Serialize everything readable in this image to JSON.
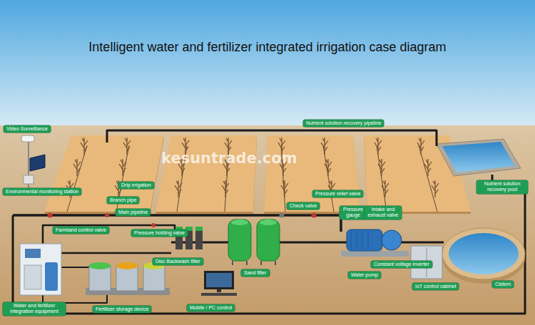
{
  "diagram": {
    "title": "Intelligent water and fertilizer integrated irrigation case diagram",
    "nodes": [
      {
        "text": [
          "Video Surveillance"
        ]
      },
      {
        "text": [
          "Nutrient solution recovery pipeline"
        ]
      },
      {
        "text": [
          "Drip irrigation"
        ]
      },
      {
        "text": [
          "Nutrient solution recovery pool"
        ]
      },
      {
        "text": [
          "Environmental monitoring station"
        ]
      },
      {
        "text": [
          "Pressure relief valve"
        ]
      },
      {
        "text": [
          "Branch pipe"
        ]
      },
      {
        "text": [
          "Check valve"
        ]
      },
      {
        "text": [
          "Main pipeline"
        ]
      },
      {
        "text": [
          "Pressure gauge"
        ]
      },
      {
        "text": [
          "Intake and exhaust valve"
        ]
      },
      {
        "text": [
          "Farmland control valve"
        ]
      },
      {
        "text": [
          "Pressure holding valve"
        ]
      },
      {
        "text": [
          "Disc Backwash filter"
        ]
      },
      {
        "text": [
          "Constant voltage inverter"
        ]
      },
      {
        "text": [
          "Sand filter"
        ]
      },
      {
        "text": [
          "Water pump"
        ]
      },
      {
        "text": [
          "IoT control cabinet"
        ]
      },
      {
        "text": [
          "Cistern"
        ]
      },
      {
        "text": [
          "Water and fertilizer integration equipment"
        ]
      },
      {
        "text": [
          "Fertilizer storage device"
        ]
      },
      {
        "text": [
          "Mobile / PC control"
        ]
      }
    ],
    "labels": [
      "kesuntrade.com"
    ]
  }
}
